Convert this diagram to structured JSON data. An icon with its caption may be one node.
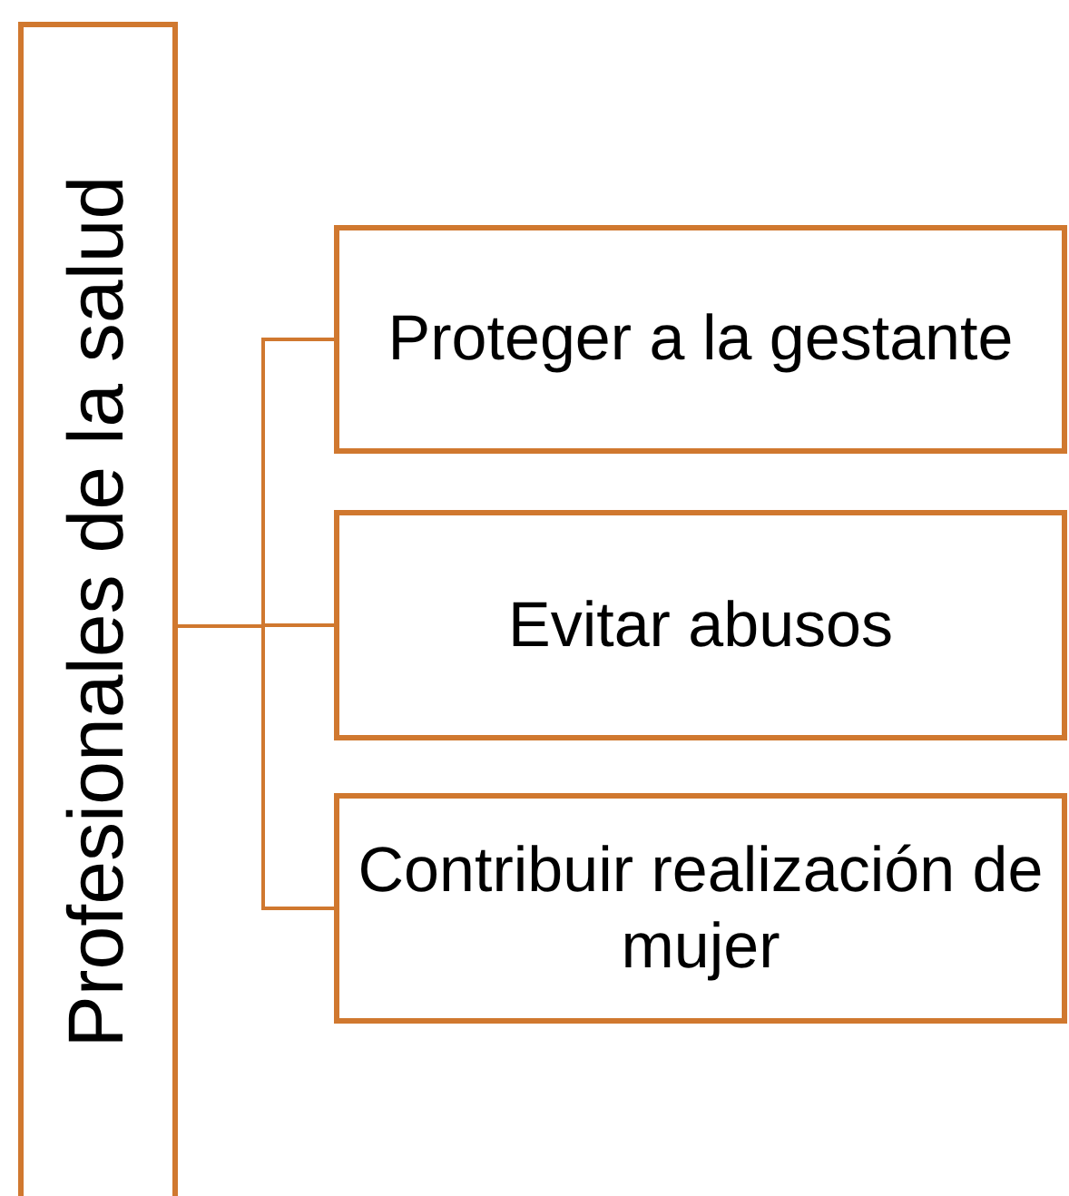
{
  "diagram": {
    "nodes": [
      {
        "text": [
          "Profesionales de la salud"
        ]
      },
      {
        "text": [
          "Proteger a la gestante"
        ]
      },
      {
        "text": [
          "Evitar abusos"
        ]
      },
      {
        "text": [
          "Contribuir realización de mujer"
        ]
      }
    ],
    "edges": [
      {
        "from": 0,
        "to": 1,
        "arrow": "none"
      },
      {
        "from": 0,
        "to": 2,
        "arrow": "none"
      },
      {
        "from": 0,
        "to": 3,
        "arrow": "none"
      }
    ]
  }
}
